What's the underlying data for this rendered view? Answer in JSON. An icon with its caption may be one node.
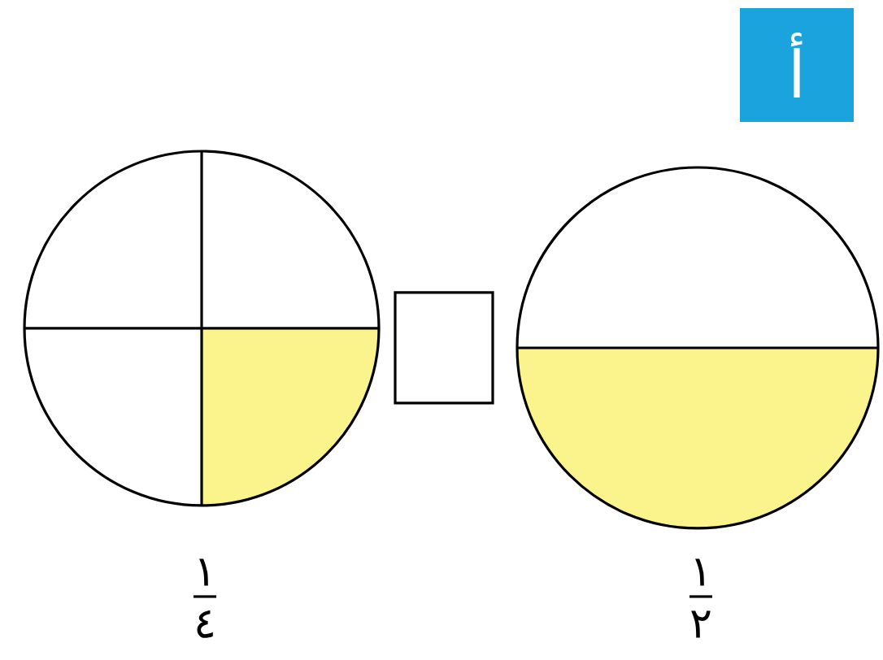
{
  "diagram": {
    "nodes": [
      {
        "text": [
          "أ"
        ]
      },
      {
        "text": [],
        "shape": "circle",
        "beside": [
          "١",
          "٤"
        ]
      },
      {
        "text": [],
        "shape": "box"
      },
      {
        "text": [],
        "shape": "circle",
        "beside": [
          "١",
          "٢"
        ]
      }
    ]
  }
}
